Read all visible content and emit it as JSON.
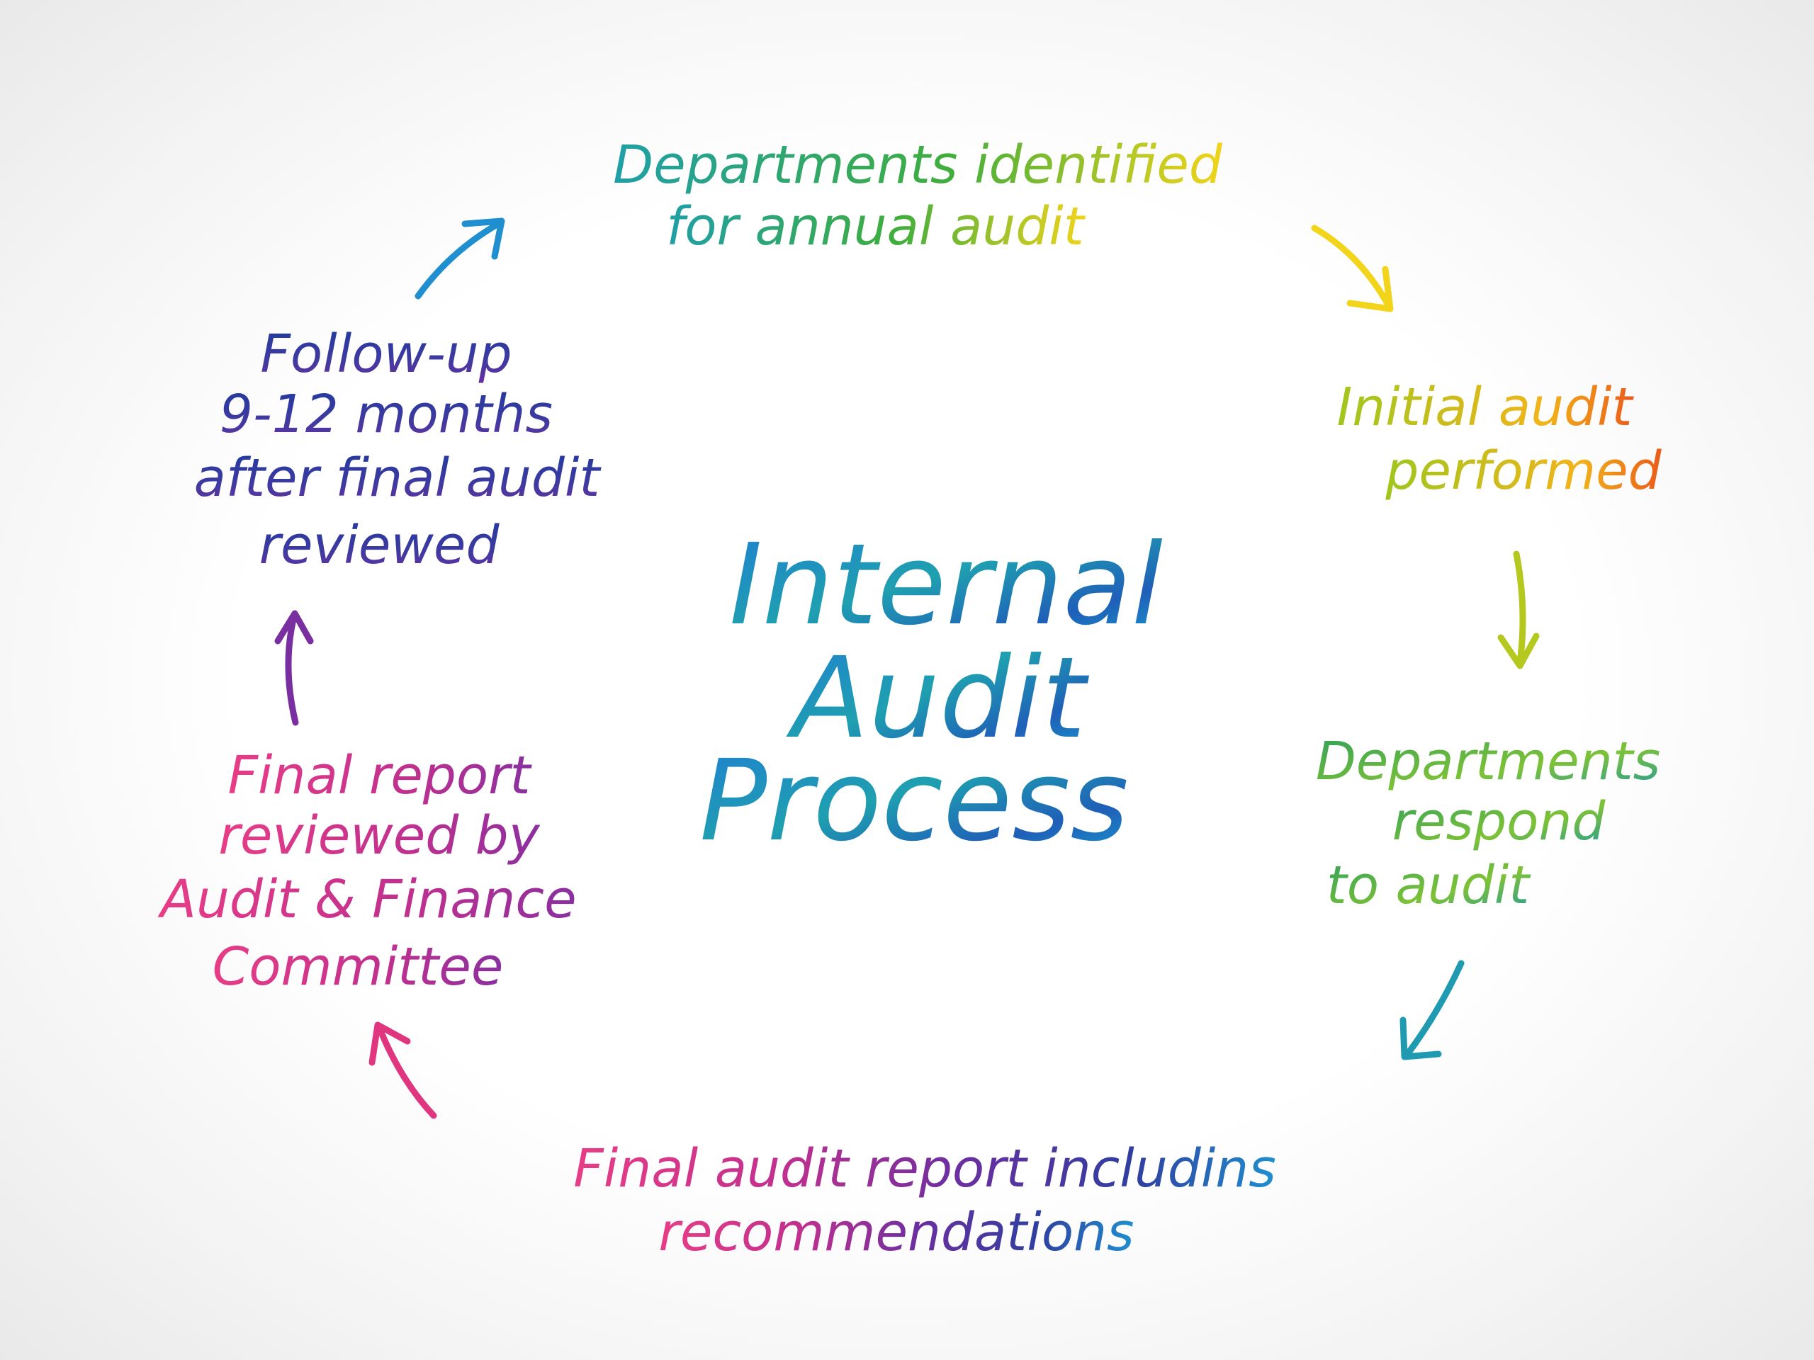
{
  "title": {
    "lines": [
      "Internal",
      "Audit",
      "Process"
    ]
  },
  "steps": [
    {
      "lines": [
        "Departments identified",
        "for annual audit"
      ]
    },
    {
      "lines": [
        "Initial audit",
        "performed"
      ]
    },
    {
      "lines": [
        "Departments",
        "respond",
        "to audit"
      ]
    },
    {
      "lines": [
        "Final audit report includins",
        "recommendations"
      ]
    },
    {
      "lines": [
        "Final report",
        "reviewed by",
        "Audit & Finance",
        "Committee"
      ]
    },
    {
      "lines": [
        "Follow-up",
        "9-12 months",
        "after final audit",
        "reviewed"
      ]
    }
  ],
  "colors": {
    "teal": "#1f9fa8",
    "green": "#4caf3a",
    "yellow": "#f2c81a",
    "orange": "#ee7a1a",
    "lime": "#a6c41e",
    "blue": "#1f6fd0",
    "navy": "#1f3a9e",
    "purple": "#6a2fa0",
    "magenta": "#d62f8f",
    "pink": "#e83d86"
  }
}
